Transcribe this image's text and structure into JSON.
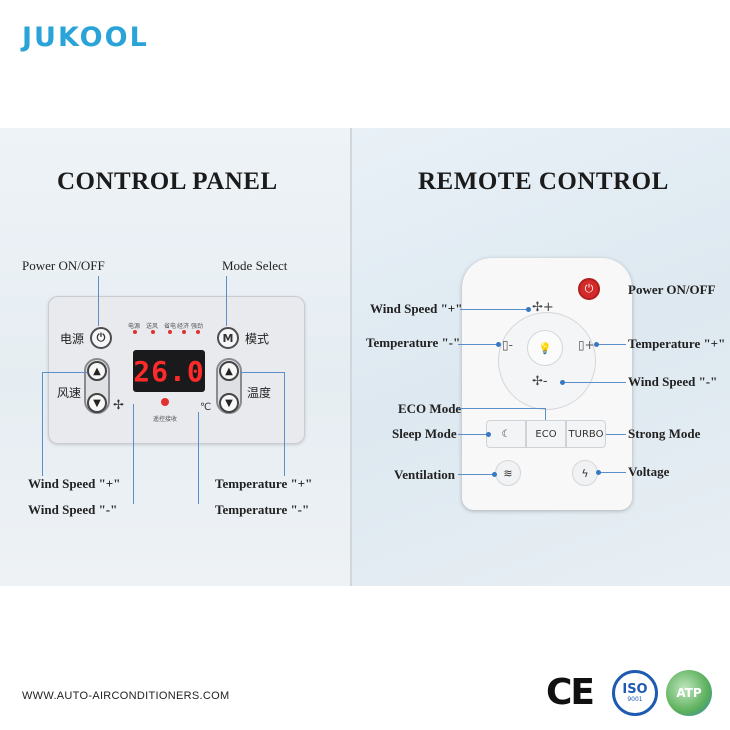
{
  "brand": {
    "logo": "JUKOOL"
  },
  "control_panel": {
    "heading": "CONTROL PANEL",
    "callouts": {
      "power": "Power ON/OFF",
      "mode": "Mode Select",
      "wind_plus": "Wind Speed \"+\"",
      "wind_minus": "Wind Speed \"-\"",
      "temp_plus": "Temperature \"+\"",
      "temp_minus": "Temperature \"-\""
    },
    "panel": {
      "power_cn": "电源",
      "mode_cn": "模式",
      "mode_btn": "M",
      "wind_cn": "风速",
      "temp_cn": "温度",
      "indicators": [
        "电源",
        "送风",
        "省电",
        "经济",
        "强劲"
      ],
      "display_value": "26.0",
      "remote_receive": "遥控接收",
      "temp_unit": "℃"
    }
  },
  "remote_control": {
    "heading": "REMOTE CONTROL",
    "buttons": {
      "eco": "ECO",
      "turbo": "TURBO"
    },
    "callouts": {
      "wind_plus": "Wind Speed \"+\"",
      "power": "Power ON/OFF",
      "temp_minus": "Temperature \"-\"",
      "temp_plus": "Temperature \"+\"",
      "wind_minus": "Wind Speed \"-\"",
      "eco": "ECO Mode",
      "sleep": "Sleep Mode",
      "strong": "Strong Mode",
      "ventilation": "Ventilation",
      "voltage": "Voltage"
    }
  },
  "footer": {
    "website": "WWW.AUTO-AIRCONDITIONERS.COM",
    "cert_ce": "CE",
    "cert_iso": "ISO",
    "cert_iso_sub": "9001",
    "cert_atp": "ATP"
  },
  "colors": {
    "logo": "#2aa3d8",
    "display_red": "#ff2a2a",
    "power_red": "#d42a2a",
    "callout_line": "#5a8fc9"
  }
}
